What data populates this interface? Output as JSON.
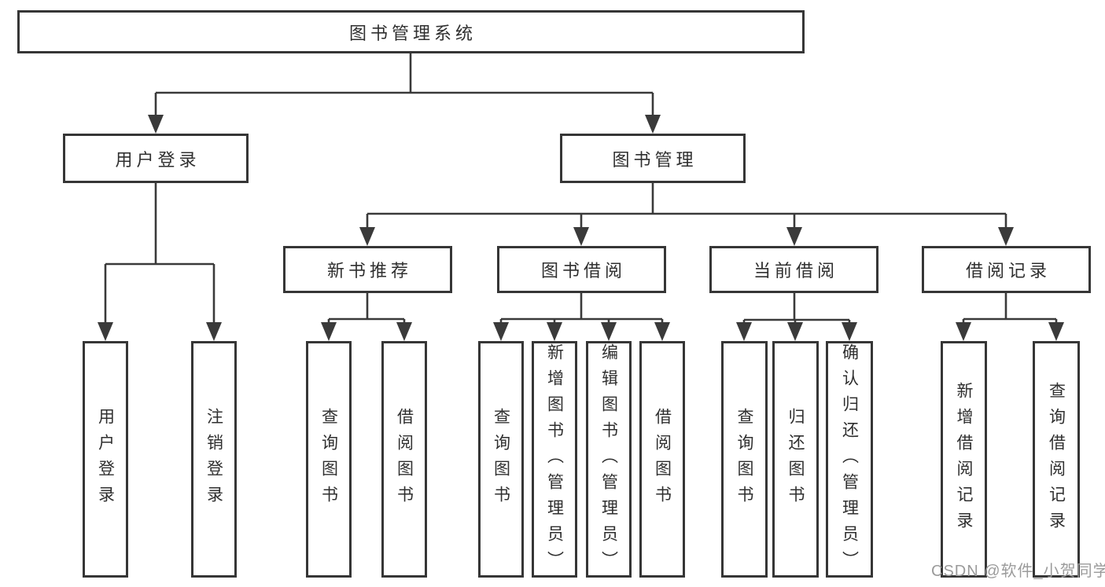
{
  "colors": {
    "line": "#3a3a3a",
    "box_border": "#363636",
    "text": "#2f2f2f",
    "watermark": "#9b9b9b",
    "background": "#ffffff"
  },
  "watermark": {
    "text": "CSDN @软件_小贺同学"
  },
  "tree": {
    "root": {
      "label": "图书管理系统"
    },
    "branches": [
      {
        "label": "用户登录",
        "children": [
          {
            "label": "用户登录"
          },
          {
            "label": "注销登录"
          }
        ]
      },
      {
        "label": "图书管理",
        "children": [
          {
            "label": "新书推荐",
            "children": [
              {
                "label": "查询图书"
              },
              {
                "label": "借阅图书"
              }
            ]
          },
          {
            "label": "图书借阅",
            "children": [
              {
                "label": "查询图书"
              },
              {
                "label": "新增图书（管理员）"
              },
              {
                "label": "编辑图书（管理员）"
              },
              {
                "label": "借阅图书"
              }
            ]
          },
          {
            "label": "当前借阅",
            "children": [
              {
                "label": "查询图书"
              },
              {
                "label": "归还图书"
              },
              {
                "label": "确认归还（管理员）"
              }
            ]
          },
          {
            "label": "借阅记录",
            "children": [
              {
                "label": "新增借阅记录"
              },
              {
                "label": "查询借阅记录"
              }
            ]
          }
        ]
      }
    ]
  }
}
